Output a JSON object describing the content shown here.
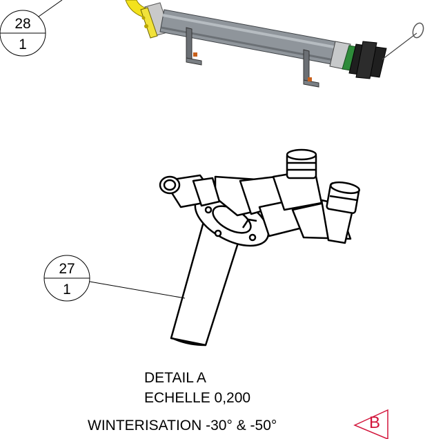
{
  "balloons": [
    {
      "item": "28",
      "qty": "1"
    },
    {
      "item": "27",
      "qty": "1"
    }
  ],
  "detail": {
    "title": "DETAIL A",
    "scale": "ECHELLE 0,200"
  },
  "variant_label": "WINTERISATION -30° & -50°",
  "revision_marker": {
    "letter": "B",
    "color": "#d2143a"
  },
  "colors": {
    "hose_yellow": "#f3e21c",
    "pipe_grey": "#8f959b",
    "coupling_green": "#2e8b3a",
    "bracket_orange": "#c8601c"
  }
}
